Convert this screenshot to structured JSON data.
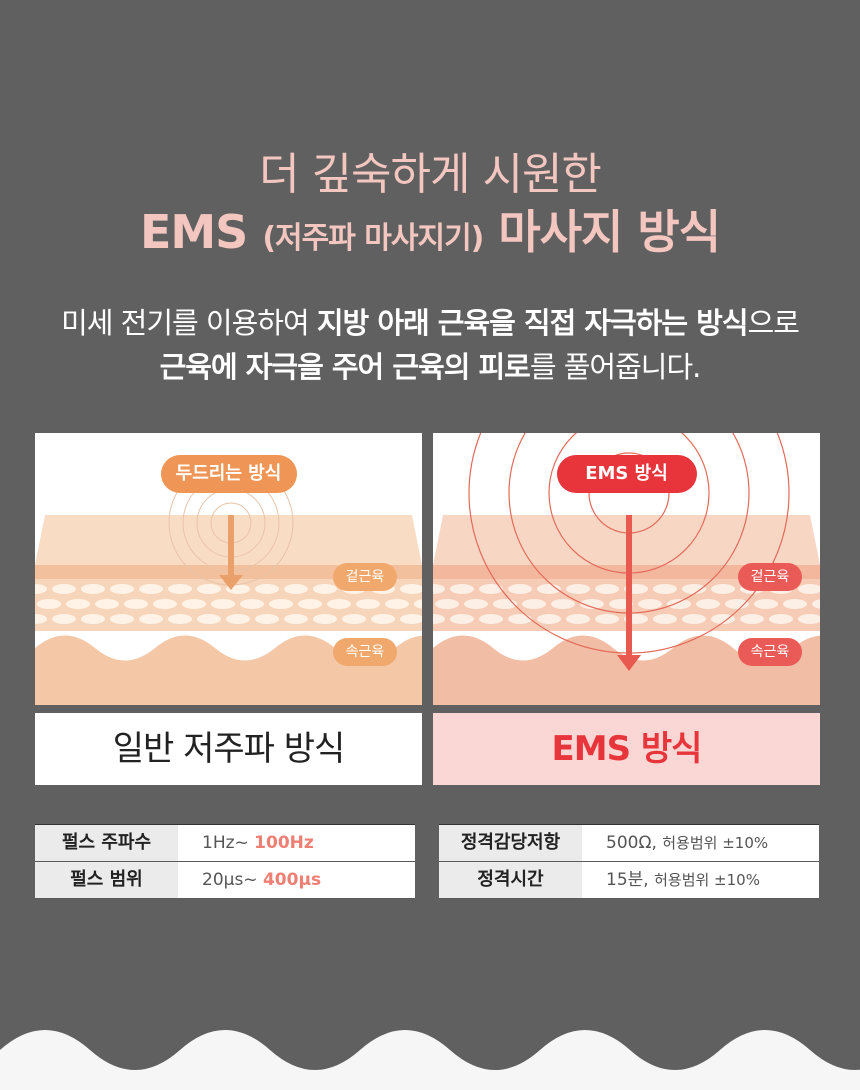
{
  "heading": {
    "line1": "더 깊숙하게 시원한",
    "line2_main": "EMS",
    "line2_paren": "(저주파 마사지기)",
    "line2_tail": "마사지 방식"
  },
  "description": {
    "l1_a": "미세 전기를 이용하여 ",
    "l1_b": "지방 아래 근육을 직접 자극하는 방식",
    "l1_c": "으로",
    "l2_a": "근육에 자극을 주어 근육의 피로",
    "l2_b": "를 풀어줍니다."
  },
  "panels": [
    {
      "pill": "두드리는 방식",
      "tag_outer": "겉근육",
      "tag_inner": "속근육",
      "caption": "일반 저주파 방식",
      "pill_color": "#ef9555"
    },
    {
      "pill": "EMS 방식",
      "tag_outer": "겉근육",
      "tag_inner": "속근육",
      "caption": "EMS 방식",
      "pill_color": "#e8353b"
    }
  ],
  "specs_left": [
    {
      "label": "펄스 주파수",
      "value_a": "1Hz~ ",
      "value_b": "100Hz"
    },
    {
      "label": "펄스 범위",
      "value_a": "20μs~ ",
      "value_b": "400μs"
    }
  ],
  "specs_right": [
    {
      "label": "정격감당저항",
      "value_a": "500Ω, ",
      "value_b": "허용범위 ±10%"
    },
    {
      "label": "정격시간",
      "value_a": "15분, ",
      "value_b": "허용범위 ±10%"
    }
  ],
  "colors": {
    "background": "#606060",
    "title": "#f3c6bf",
    "ems_red": "#e8353b",
    "orange": "#ef9555"
  }
}
